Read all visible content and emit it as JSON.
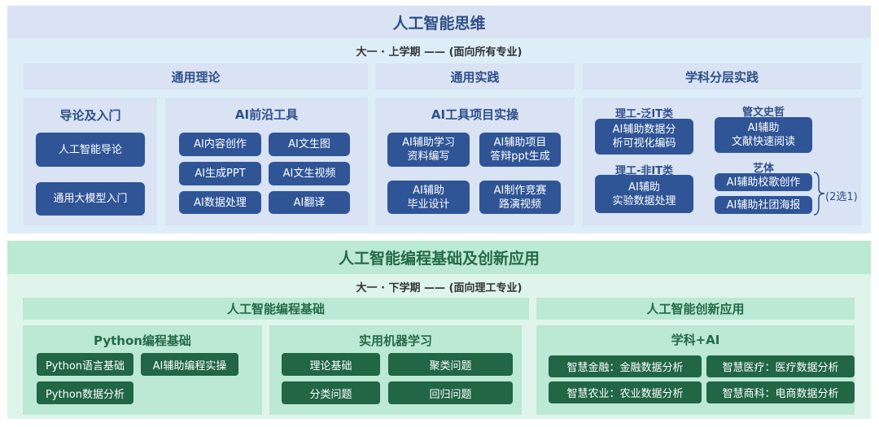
{
  "top": {
    "title": "人工智能思维",
    "subtitle": "大一 · 上学期 —— (面向所有专业)",
    "rows": [
      "通用理论",
      "通用实践",
      "学科分层实践"
    ],
    "intro": {
      "title": "导论及入门",
      "items": [
        "人工智能导论",
        "通用大模型入门"
      ]
    },
    "frontier": {
      "title": "AI前沿工具",
      "items": [
        "AI内容创作",
        "AI文生图",
        "AI生成PPT",
        "AI文生视频",
        "AI数据处理",
        "AI翻译"
      ]
    },
    "practice": {
      "title": "AI工具项目实操",
      "items": [
        "AI辅助学习\n资料编写",
        "AI辅助项目\n答辩ppt生成",
        "AI辅助\n毕业设计",
        "AI制作竞赛\n路演视频"
      ]
    },
    "discipline": {
      "it_label": "理工-泛IT类",
      "it_item": "AI辅助数据分\n析可视化编码",
      "hum_label": "管文史哲",
      "hum_item": "AI辅助\n文献快速阅读",
      "nonit_label": "理工-非IT类",
      "nonit_item": "AI辅助\n实验数据处理",
      "art_label": "艺体",
      "art_items": [
        "AI辅助校歌创作",
        "AI辅助社团海报"
      ],
      "choose_note": "(2选1)"
    }
  },
  "bottom": {
    "title": "人工智能编程基础及创新应用",
    "subtitle": "大一 · 下学期 —— (面向理工专业)",
    "rows": [
      "人工智能编程基础",
      "人工智能创新应用"
    ],
    "python": {
      "title": "Python编程基础",
      "items": [
        "Python语言基础",
        "AI辅助编程实操",
        "Python数据分析"
      ]
    },
    "ml": {
      "title": "实用机器学习",
      "items": [
        "理论基础",
        "聚类问题",
        "分类问题",
        "回归问题"
      ]
    },
    "apps": {
      "title": "学科+AI",
      "items": [
        "智慧金融：金融数据分析",
        "智慧医疗：医疗数据分析",
        "智慧农业：农业数据分析",
        "智慧商科：电商数据分析"
      ]
    }
  },
  "colors": {
    "blue_box": "#2f5597",
    "green_box": "#216645",
    "blue_bg": "#ddeef9",
    "green_bg": "#dff4ea"
  }
}
